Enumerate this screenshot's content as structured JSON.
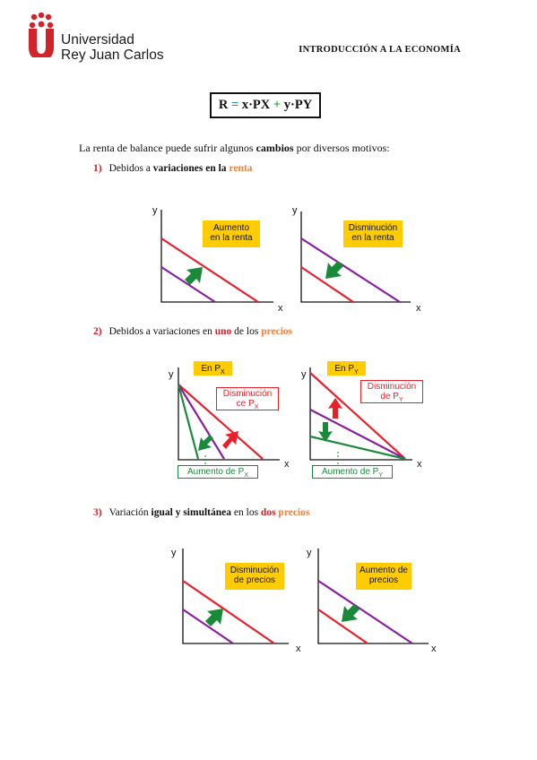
{
  "header": {
    "university_line1": "Universidad",
    "university_line2": "Rey Juan Carlos",
    "course_title": "INTRODUCCIÓN A LA ECONOMÍA"
  },
  "formula": {
    "r": "R",
    "eq": "=",
    "term1": "x·PX",
    "plus": "+",
    "term2": "y·PY"
  },
  "intro": {
    "before": "La renta de balance puede sufrir algunos ",
    "bold": "cambios",
    "after": " por diversos motivos:"
  },
  "items": [
    {
      "num": "1)",
      "t1": "Debidos a ",
      "b1": "variaciones en la ",
      "h1": "renta"
    },
    {
      "num": "2)",
      "t1": "Debidos a variaciones en ",
      "h1": "uno",
      "t2": " de los ",
      "h2": "precios"
    },
    {
      "num": "3)",
      "t1": "Variación ",
      "b1": "igual y simultánea",
      "t2": " en los ",
      "h1": "dos",
      "h2": "precios"
    }
  ],
  "charts": {
    "axis_y": "y",
    "axis_x": "x",
    "renta_up": {
      "l1": "Aumento",
      "l2": "en la renta"
    },
    "renta_down": {
      "l1": "Disminución",
      "l2": "en la renta"
    },
    "px_tag": {
      "t": "En P",
      "sub": "X"
    },
    "py_tag": {
      "t": "En P",
      "sub": "Y"
    },
    "px_decrease": {
      "l1": "Disminución",
      "l2": "ce P",
      "sub": "X"
    },
    "py_decrease": {
      "l1": "Disminución",
      "l2": "de P",
      "sub": "Y"
    },
    "px_increase": {
      "t": "Aumento de P",
      "sub": "X"
    },
    "py_increase": {
      "t": "Aumento de P",
      "sub": "Y"
    },
    "prices_down": {
      "l1": "Disminución",
      "l2": "de precios"
    },
    "prices_up": {
      "l1": "Aumento de",
      "l2": "precios"
    }
  },
  "colors": {
    "brand_red": "#d2232a",
    "budget_red": "#e8202a",
    "budget_purple": "#8a1fa0",
    "budget_green": "#1a8a3a",
    "label_yellow": "#ffcc00",
    "highlight_orange": "#f07f3c",
    "formula_blue": "#2a8fd6",
    "formula_green": "#22a234"
  }
}
